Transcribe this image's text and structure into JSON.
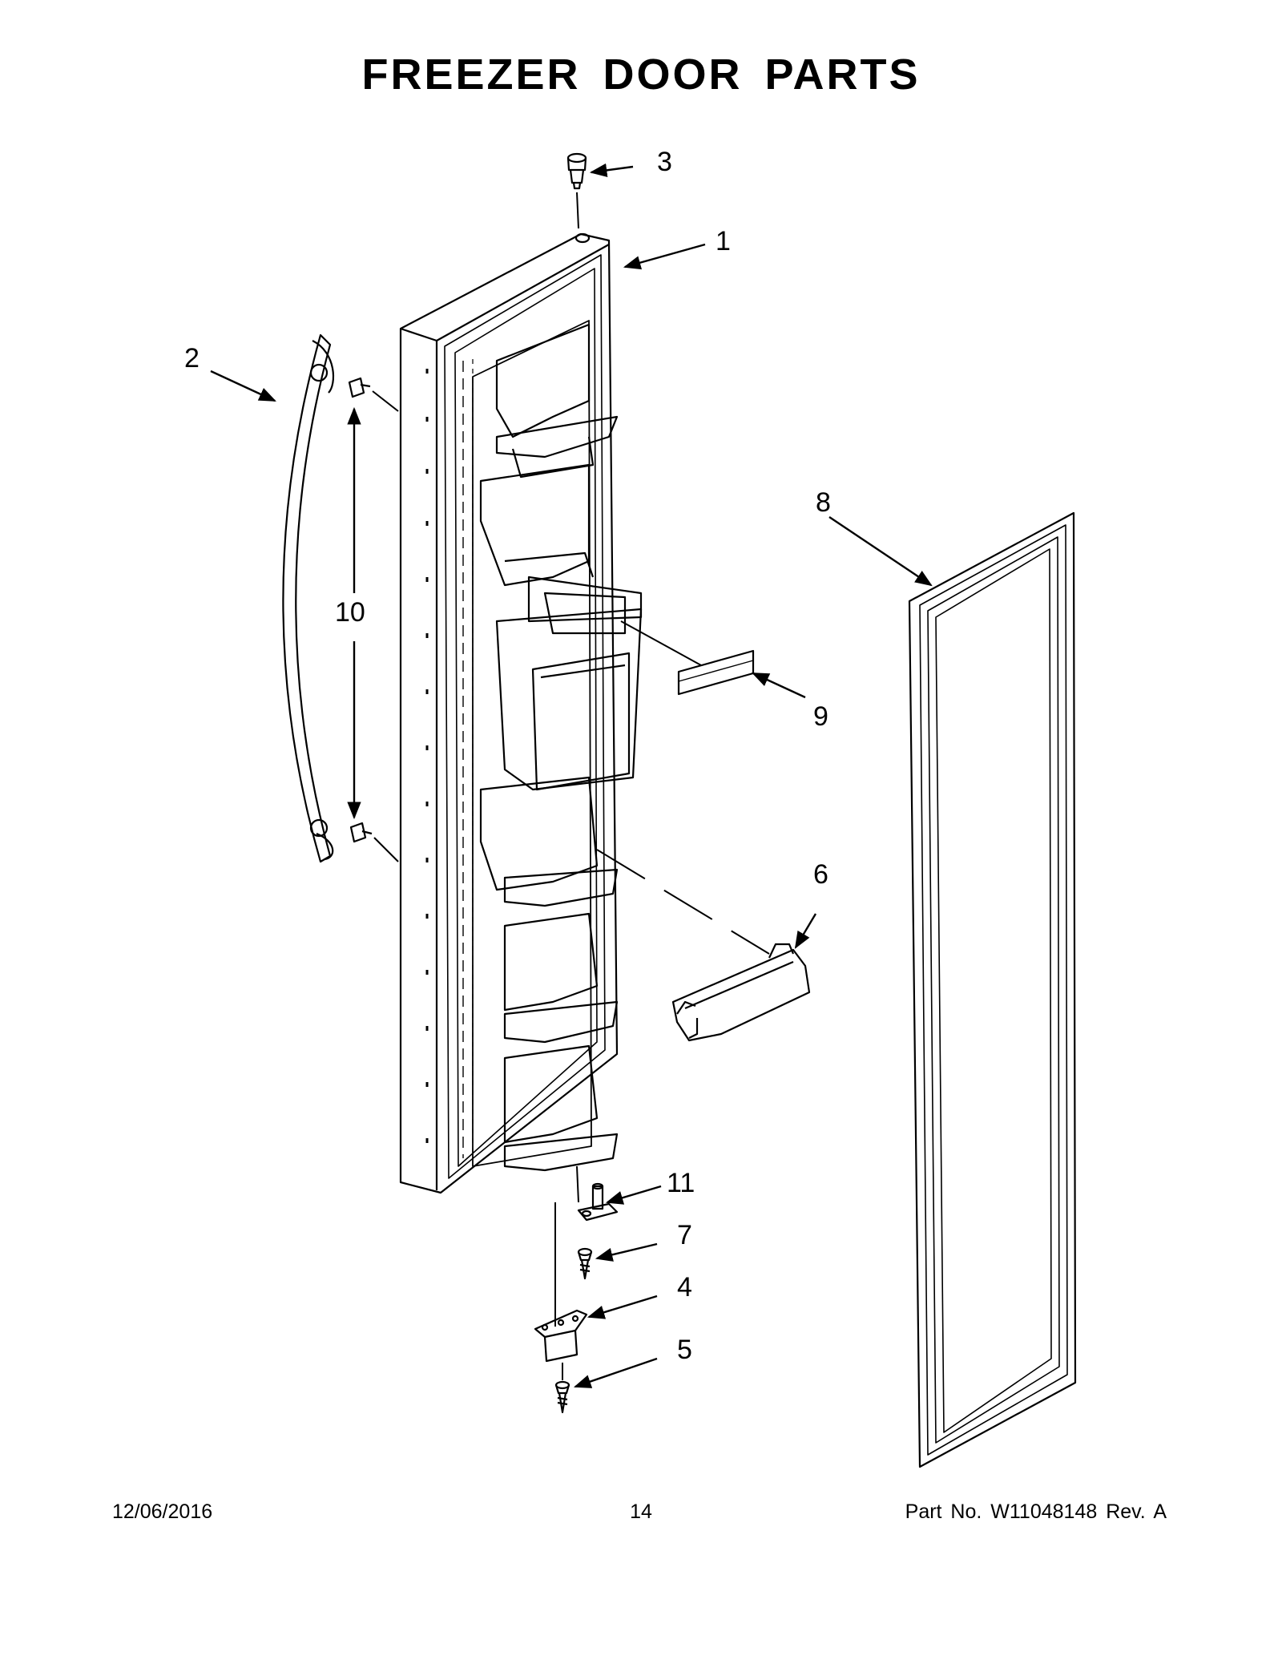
{
  "page": {
    "title": "FREEZER DOOR PARTS",
    "footer": {
      "date": "12/06/2016",
      "page_number": "14",
      "part_number": "Part No.  W11048148  Rev.  A"
    }
  },
  "callouts": [
    {
      "id": "1",
      "label": "1"
    },
    {
      "id": "2",
      "label": "2"
    },
    {
      "id": "3",
      "label": "3"
    },
    {
      "id": "4",
      "label": "4"
    },
    {
      "id": "5",
      "label": "5"
    },
    {
      "id": "6",
      "label": "6"
    },
    {
      "id": "7",
      "label": "7"
    },
    {
      "id": "8",
      "label": "8"
    },
    {
      "id": "9",
      "label": "9"
    },
    {
      "id": "10",
      "label": "10"
    },
    {
      "id": "11",
      "label": "11"
    }
  ]
}
